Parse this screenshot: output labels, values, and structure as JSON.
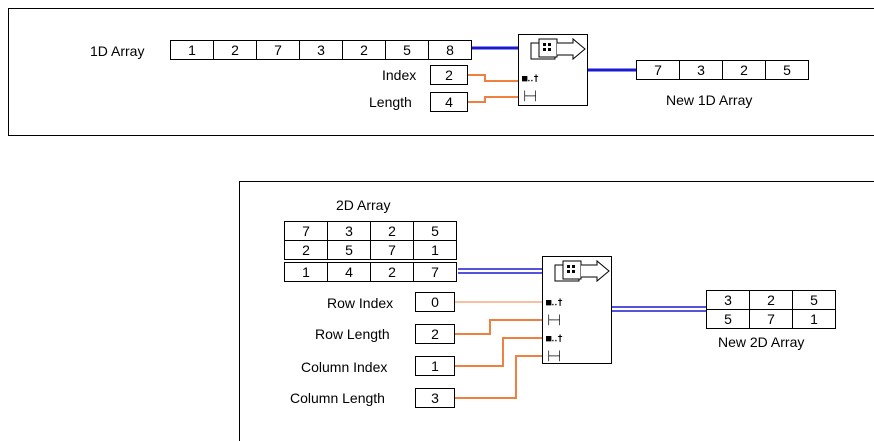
{
  "top": {
    "array_label": "1D Array",
    "array": [
      "1",
      "2",
      "7",
      "3",
      "2",
      "5",
      "8"
    ],
    "index_label": "Index",
    "index_value": "2",
    "length_label": "Length",
    "length_value": "4",
    "output_array": [
      "7",
      "3",
      "2",
      "5"
    ],
    "output_label": "New 1D Array"
  },
  "bottom": {
    "array_label": "2D Array",
    "array": [
      [
        "7",
        "3",
        "2",
        "5"
      ],
      [
        "2",
        "5",
        "7",
        "1"
      ],
      [
        "1",
        "4",
        "2",
        "7"
      ]
    ],
    "row_index_label": "Row Index",
    "row_index_value": "0",
    "row_length_label": "Row Length",
    "row_length_value": "2",
    "col_index_label": "Column Index",
    "col_index_value": "1",
    "col_length_label": "Column Length",
    "col_length_value": "3",
    "output_array": [
      [
        "3",
        "2",
        "5"
      ],
      [
        "5",
        "7",
        "1"
      ]
    ],
    "output_label": "New 2D Array"
  },
  "colors": {
    "array_wire": "#1a1ad0",
    "int_wire": "#f08040"
  },
  "icons": {
    "node": "array-subset-icon",
    "index_terminal": "index-terminal-icon",
    "length_terminal": "length-terminal-icon"
  }
}
